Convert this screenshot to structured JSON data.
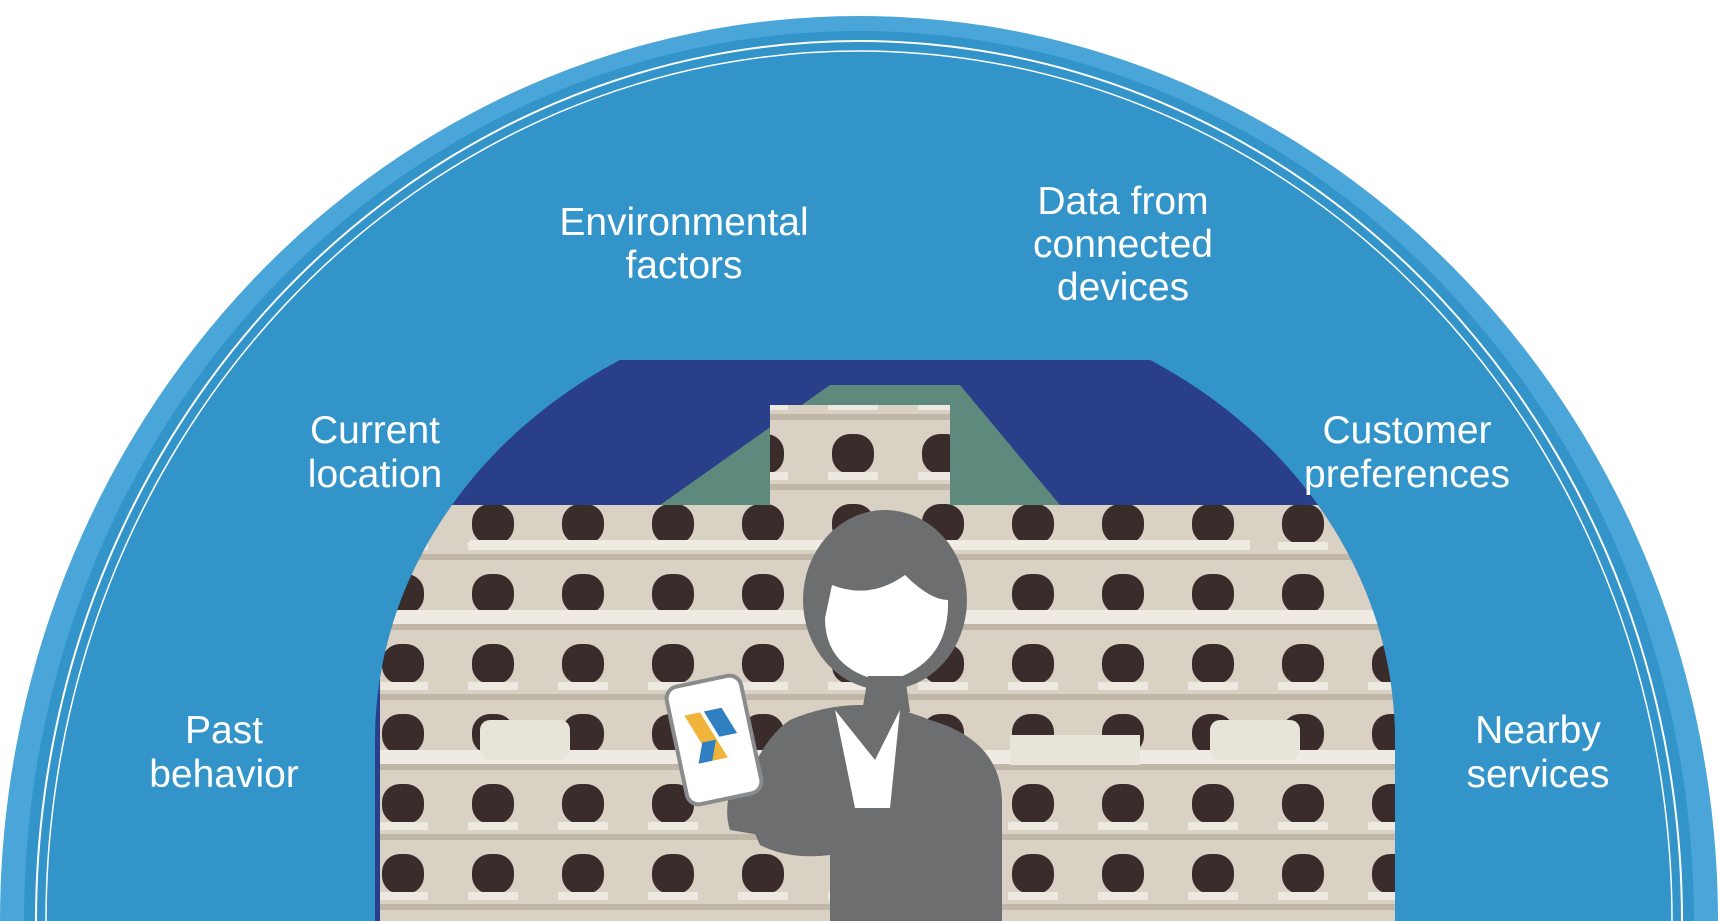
{
  "diagram": {
    "colors": {
      "background": "#ffffff",
      "arc_fill": "#3294c9",
      "arc_outer_ring": "#4aa6d8",
      "ring_line": "#ffffff",
      "sky": "#2a3f8a",
      "building": "#d9d3c8",
      "roof": "#5d8a7c",
      "figure": "#6d6e70",
      "label_text": "#ffffff"
    },
    "labels": {
      "past_behavior": [
        "Past",
        "behavior"
      ],
      "current_location": [
        "Current",
        "location"
      ],
      "environmental_factors": [
        "Environmental",
        "factors"
      ],
      "connected_devices": [
        "Data from",
        "connected",
        "devices"
      ],
      "customer_preferences": [
        "Customer",
        "preferences"
      ],
      "nearby_services": [
        "Nearby",
        "services"
      ]
    },
    "center_image": {
      "subject": "ornate-building-photo",
      "figure": "person-with-smartphone-icon",
      "phone_logo": "app-logo-icon"
    }
  }
}
